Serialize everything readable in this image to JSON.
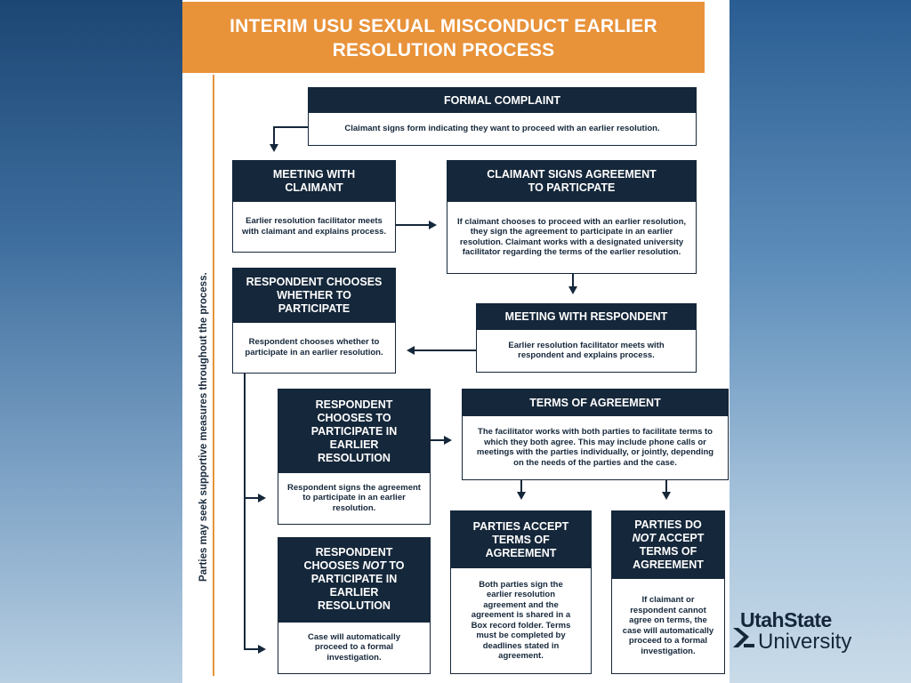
{
  "header": {
    "line1": "INTERIM USU SEXUAL MISCONDUCT EARLIER",
    "line2": "RESOLUTION PROCESS"
  },
  "side_note": "Parties may seek supportive measures throughout the process.",
  "boxes": {
    "formal_complaint": {
      "title": "FORMAL COMPLAINT",
      "body": "Claimant signs form indicating they want to proceed with an earlier resolution."
    },
    "meeting_claimant": {
      "title": "MEETING WITH CLAIMANT",
      "body": "Earlier resolution facilitator meets with claimant and explains process."
    },
    "claimant_signs": {
      "title": "CLAIMANT SIGNS AGREEMENT TO PARTICPATE",
      "body": "If claimant chooses to proceed with an earlier resolution, they sign the agreement to participate in an earlier resolution. Claimant works with a designated university facilitator regarding the terms of the earlier resolution."
    },
    "respondent_chooses": {
      "title": "RESPONDENT CHOOSES WHETHER TO PARTICIPATE",
      "body": "Respondent chooses whether to participate in an earlier resolution."
    },
    "meeting_respondent": {
      "title": "MEETING WITH RESPONDENT",
      "body": "Earlier resolution facilitator meets with respondent and explains process."
    },
    "respondent_participate": {
      "title": "RESPONDENT CHOOSES TO PARTICIPATE IN EARLIER RESOLUTION",
      "body": "Respondent signs the agreement to participate in an earlier resolution."
    },
    "terms_of_agreement": {
      "title": "TERMS OF AGREEMENT",
      "body": "The facilitator works with both parties to facilitate terms to which they both agree. This may include phone calls or meetings with the parties individually, or jointly, depending on the needs of the parties and the case."
    },
    "respondent_not_participate": {
      "title_a": "RESPONDENT CHOOSES",
      "title_not": "NOT",
      "title_b": "TO PARTICIPATE IN EARLIER RESOLUTION",
      "body": "Case will automatically proceed to a formal investigation."
    },
    "parties_accept": {
      "title": "PARTIES ACCEPT TERMS OF AGREEMENT",
      "body": "Both parties sign the earlier resolution agreement and the agreement is shared in a Box record folder. Terms must be completed by deadlines stated in agreement."
    },
    "parties_not_accept": {
      "title_a": "PARTIES DO",
      "title_not": "NOT",
      "title_b": "ACCEPT TERMS OF AGREEMENT",
      "body": "If claimant or respondent cannot agree on terms, the case will automatically proceed to a formal investigation."
    }
  },
  "logo": {
    "line1": "UtahState",
    "line2": "University"
  },
  "colors": {
    "navy": "#15273a",
    "orange": "#e8923a"
  }
}
